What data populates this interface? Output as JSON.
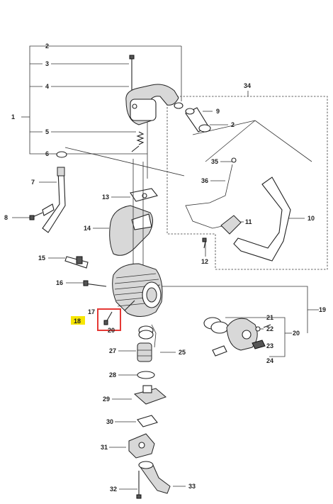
{
  "labels": {
    "p1": "1",
    "p2": "2",
    "p3": "3",
    "p4": "4",
    "p5": "5",
    "p6": "6",
    "p7": "7",
    "p8": "8",
    "p9": "9",
    "p2b": "2",
    "p10": "10",
    "p11": "11",
    "p12": "12",
    "p13": "13",
    "p14": "14",
    "p15": "15",
    "p16": "16",
    "p17": "17",
    "p18": "18",
    "p19": "19",
    "p20": "20",
    "p20b": "20",
    "p21": "21",
    "p22": "22",
    "p23": "23",
    "p24": "24",
    "p25": "25",
    "p27": "27",
    "p28": "28",
    "p29": "29",
    "p30": "30",
    "p31": "31",
    "p32": "32",
    "p33": "33",
    "p34": "34",
    "p35": "35",
    "p36": "36"
  },
  "highlight": {
    "label_color": "#f7e600",
    "box_color": "#e53935"
  }
}
